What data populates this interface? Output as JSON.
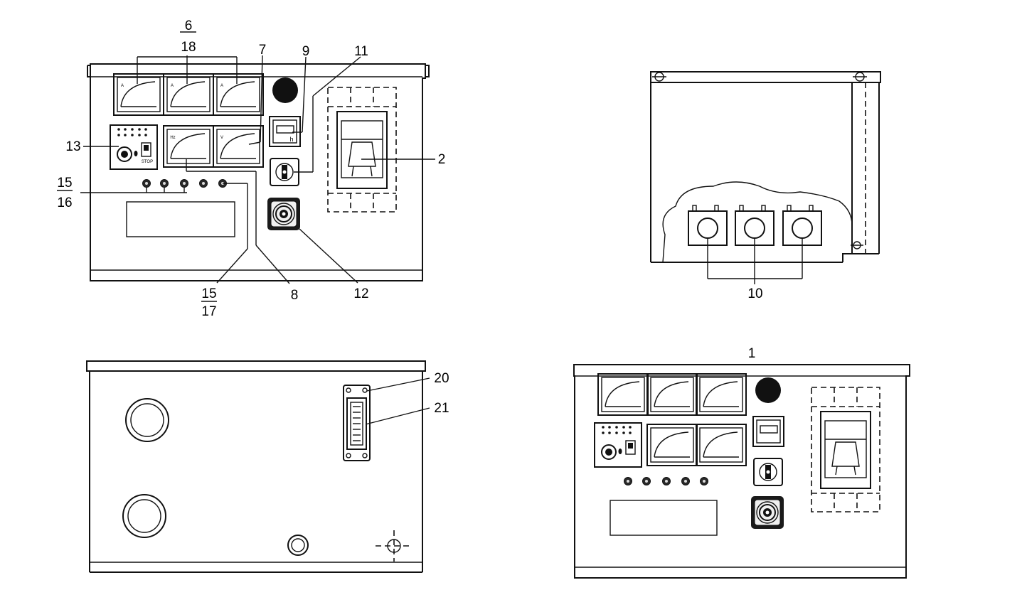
{
  "callouts": {
    "c6": "6",
    "c18": "18",
    "c7": "7",
    "c9": "9",
    "c11": "11",
    "c2": "2",
    "c13": "13",
    "c15a": "15",
    "c16": "16",
    "c15b": "15",
    "c17": "17",
    "c8": "8",
    "c12": "12",
    "c10": "10",
    "c20": "20",
    "c21": "21",
    "c1": "1"
  },
  "meter_letters": {
    "ammeter": "A",
    "frequency": "Hz",
    "volt": "V",
    "hour_counter": "h"
  },
  "key_switch_text": {
    "stop": "STOP"
  },
  "colors": {
    "ink": "#111111",
    "paper": "#ffffff"
  }
}
